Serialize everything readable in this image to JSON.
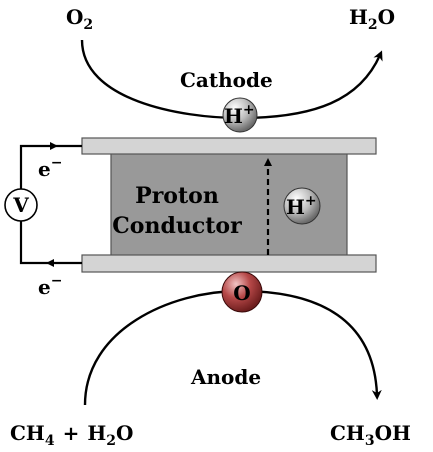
{
  "labels": {
    "top_left_reactant": "O",
    "top_left_reactant_sub": "2",
    "top_right_product": "H",
    "top_right_product_sub": "2",
    "top_right_product_tail": "O",
    "cathode": "Cathode",
    "proton_conductor_line1": "Proton",
    "proton_conductor_line2": "Conductor",
    "anode": "Anode",
    "bottom_left_ch": "CH",
    "bottom_left_ch_sub": "4",
    "bottom_left_plus": "+",
    "bottom_left_h": "H",
    "bottom_left_h_sub": "2",
    "bottom_left_o": "O",
    "bottom_right_ch": "CH",
    "bottom_right_ch_sub": "3",
    "bottom_right_oh": "OH",
    "voltmeter": "V",
    "electron_top": "e",
    "electron_top_sup": "−",
    "electron_bottom": "e",
    "electron_bottom_sup": "−",
    "proton_top": "H",
    "proton_top_sup": "+",
    "proton_mid": "H",
    "proton_mid_sup": "+",
    "oxygen_ball": "O"
  },
  "colors": {
    "plate": "#d4d4d4",
    "conductor": "#999999",
    "proton_ball": "#bdbdbd",
    "oxygen_ball": "#a93c3c"
  }
}
